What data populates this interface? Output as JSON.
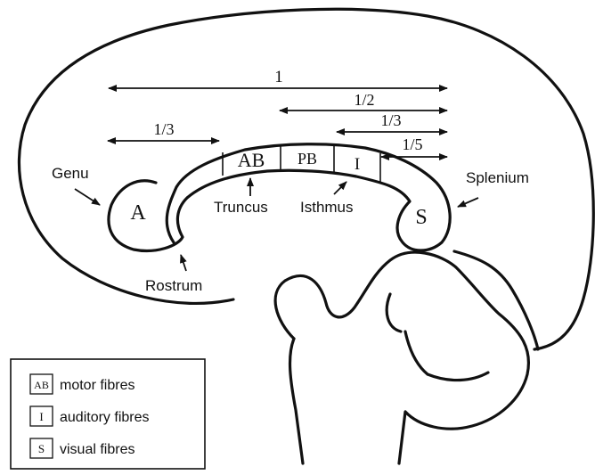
{
  "labels": {
    "genu": "Genu",
    "splenium": "Splenium",
    "rostrum": "Rostrum",
    "truncus": "Truncus",
    "isthmus": "Isthmus"
  },
  "regions": {
    "a": "A",
    "ab": "AB",
    "pb": "PB",
    "i": "I",
    "s": "S"
  },
  "fractions": {
    "whole": "1",
    "half": "1/2",
    "third_anterior": "1/3",
    "third_posterior": "1/3",
    "fifth": "1/5"
  },
  "legend": [
    {
      "code": "AB",
      "text": "motor fibres"
    },
    {
      "code": "I",
      "text": "auditory fibres"
    },
    {
      "code": "S",
      "text": "visual fibres"
    }
  ]
}
